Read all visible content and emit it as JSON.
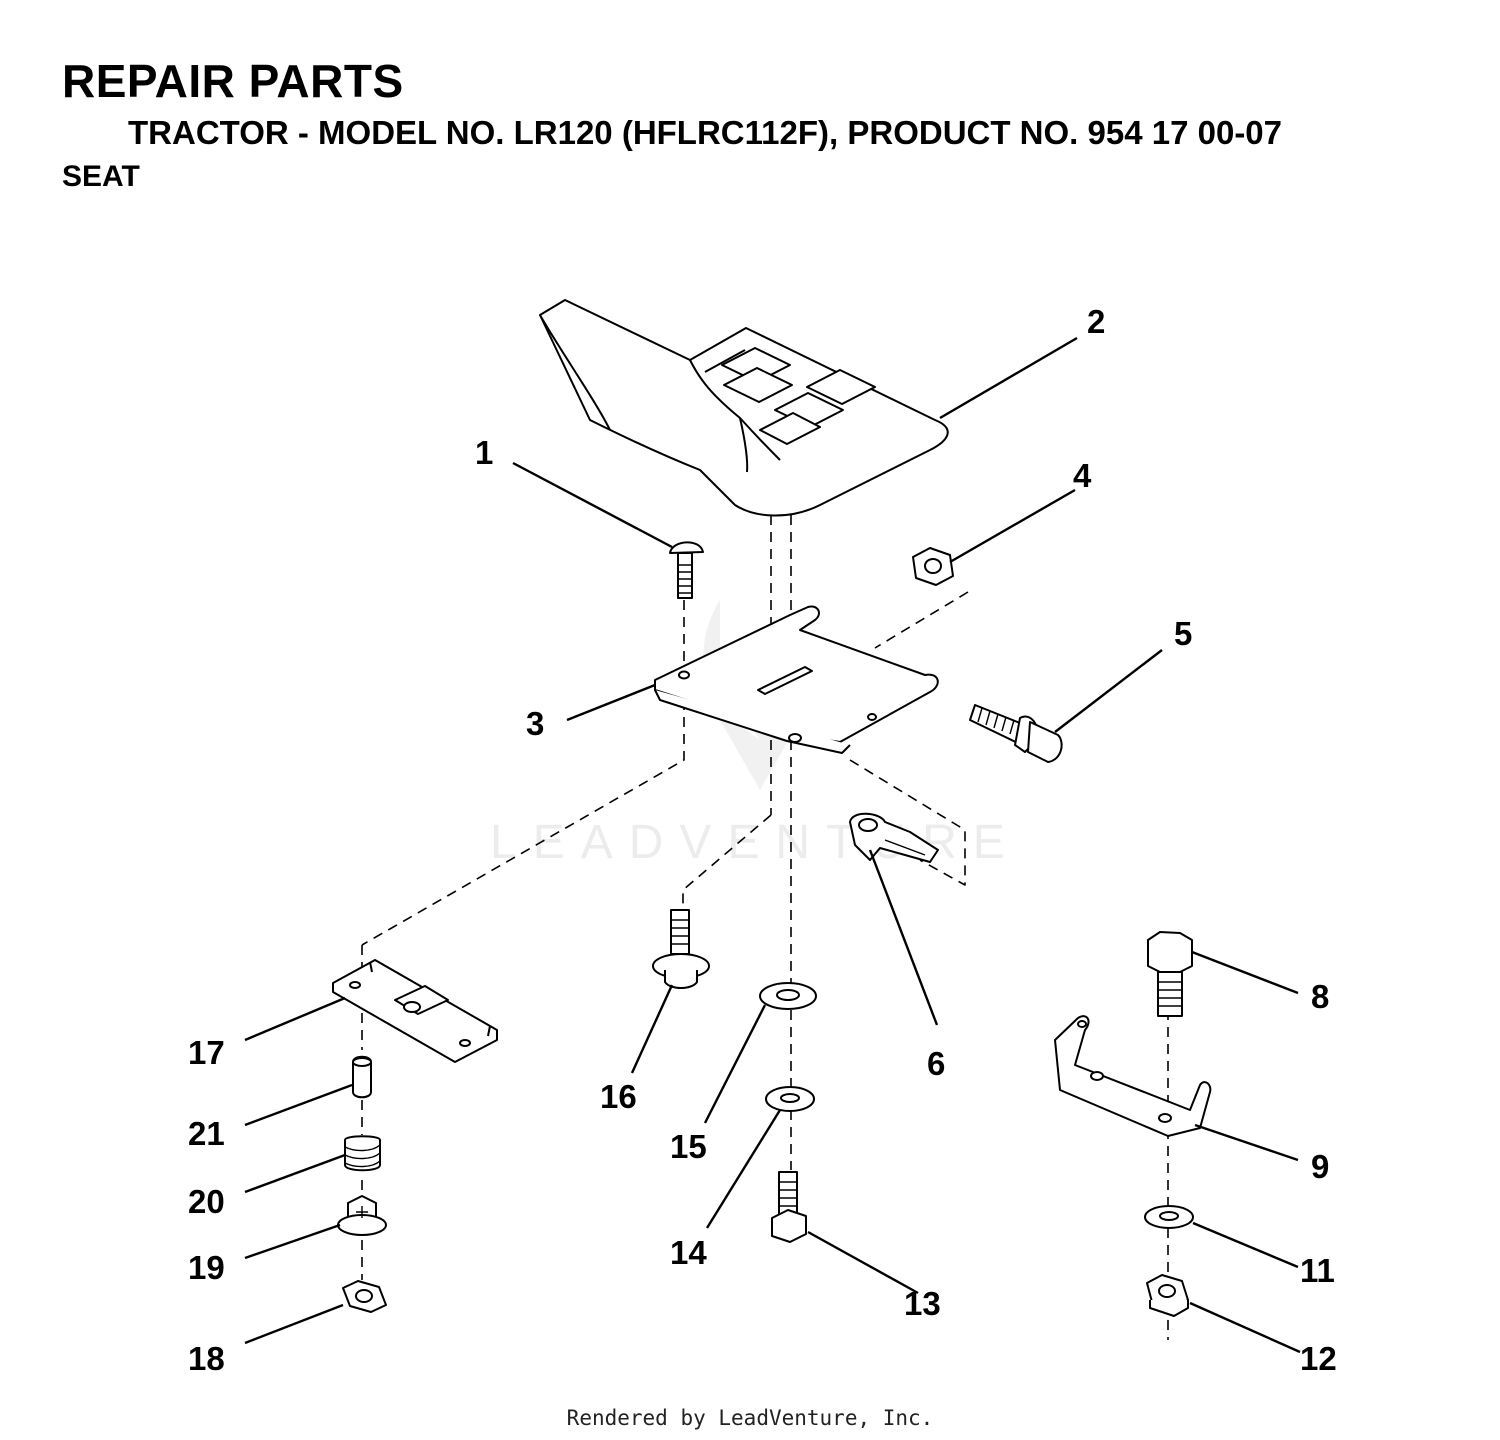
{
  "header": {
    "title": "REPAIR PARTS",
    "subtitle": "TRACTOR - MODEL NO. LR120 (HFLRC112F), PRODUCT NO. 954 17 00-07",
    "section": "SEAT"
  },
  "watermark": "LEADVENTURE",
  "footer": "Rendered by LeadVenture, Inc.",
  "callouts": [
    "1",
    "2",
    "3",
    "4",
    "5",
    "6",
    "8",
    "9",
    "11",
    "12",
    "13",
    "14",
    "15",
    "16",
    "17",
    "18",
    "19",
    "20",
    "21"
  ],
  "colors": {
    "ink": "#000000",
    "watermark": "#ececec"
  }
}
